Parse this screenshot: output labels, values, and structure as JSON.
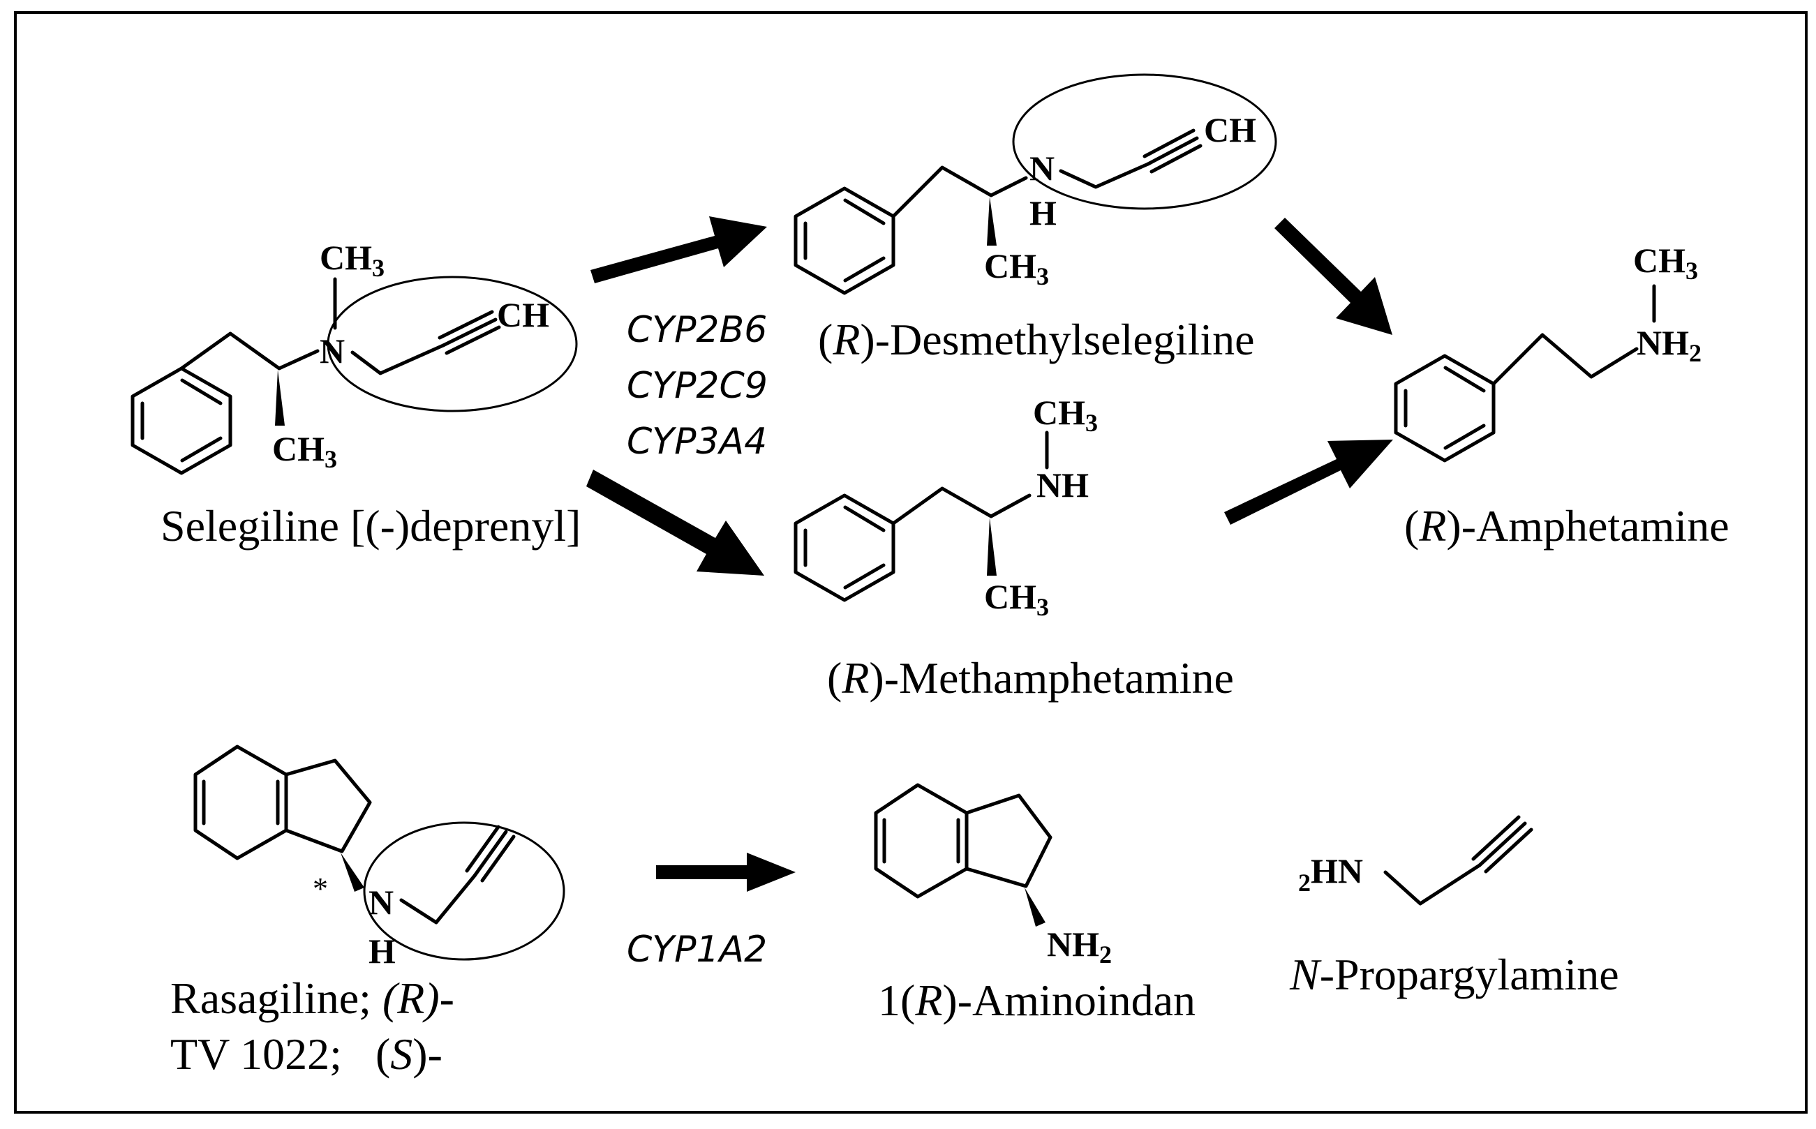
{
  "compounds": {
    "selegiline": {
      "name": "Selegiline [(-)deprenyl]",
      "ch3_top": "CH",
      "ch3_top_sub": "3",
      "ch": "CH",
      "n": "N",
      "ch3_bottom": "CH",
      "ch3_bottom_sub": "3"
    },
    "desmethylselegiline": {
      "name_prefix": "(",
      "name_italic": "R",
      "name_suffix": ")-Desmethylselegiline",
      "n": "N",
      "h": "H",
      "ch": "CH",
      "ch3": "CH",
      "ch3_sub": "3"
    },
    "methamphetamine": {
      "name_prefix": "(",
      "name_italic": "R",
      "name_suffix": ")-Methamphetamine",
      "ch3": "CH",
      "ch3_sub": "3",
      "nh": "NH",
      "ch3_bottom": "CH",
      "ch3_bottom_sub": "3"
    },
    "amphetamine": {
      "name_prefix": "(",
      "name_italic": "R",
      "name_suffix": ")-Amphetamine",
      "ch3": "CH",
      "ch3_sub": "3",
      "nh2": "NH",
      "nh2_sub": "2"
    },
    "rasagiline": {
      "name_line1_a": "Rasagiline; ",
      "name_line1_it": "(R)",
      "name_line1_b": "-",
      "name_line2_a": "TV 1022;   (",
      "name_line2_it": "S",
      "name_line2_b": ")-",
      "star": "*",
      "n": "N",
      "h": "H"
    },
    "aminoindan": {
      "name_prefix": "1(",
      "name_italic": "R",
      "name_suffix": ")-Aminoindan",
      "nh2": "NH",
      "nh2_sub": "2"
    },
    "propargylamine": {
      "name_italic": "N",
      "name_suffix": "-Propargylamine",
      "sub": "2",
      "hn": "HN"
    }
  },
  "enzymes": {
    "pathway_top": [
      "CYP2B6",
      "CYP2C9",
      "CYP3A4"
    ],
    "pathway_bottom": "CYP1A2"
  }
}
